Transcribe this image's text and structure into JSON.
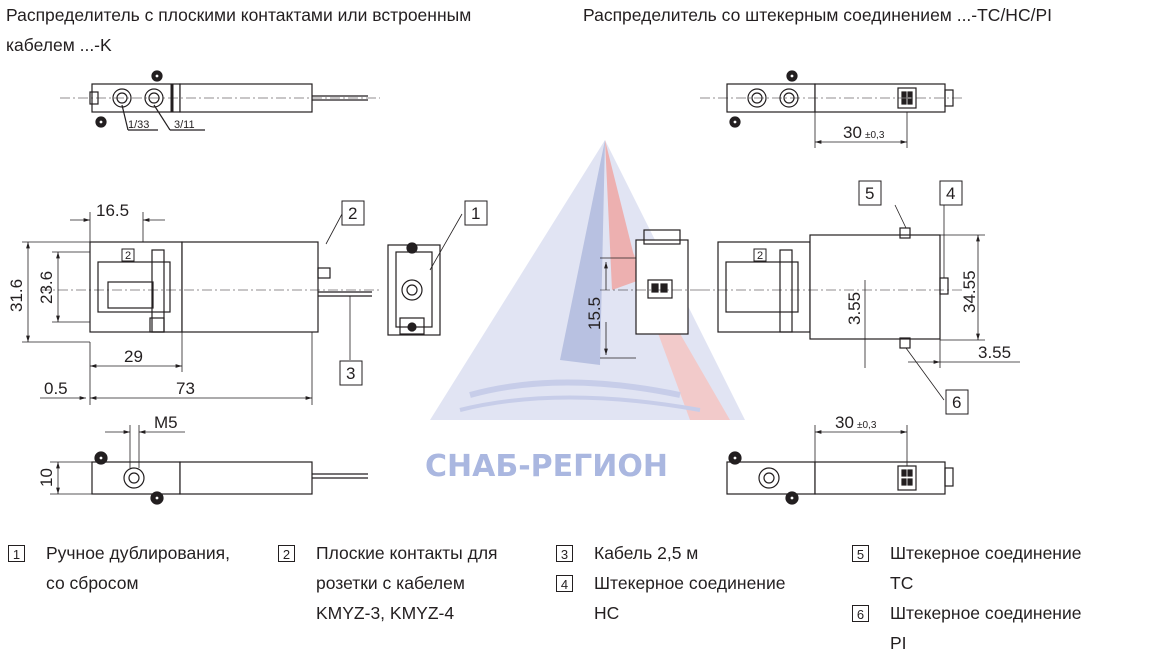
{
  "headings": {
    "left_line1": "Распределитель с плоскими контактами или встроенным",
    "left_line2": "кабелем ...-K",
    "right": "Распределитель со штекерным соединением ...-TC/HC/PI"
  },
  "port_labels": {
    "port_a": "1/33",
    "port_b": "3/11"
  },
  "dimensions": {
    "d16_5": "16.5",
    "d31_6": "31.6",
    "d23_6": "23.6",
    "d29": "29",
    "d0_5": "0.5",
    "d73": "73",
    "dM5": "M5",
    "d10": "10",
    "d15_5": "15.5",
    "d3_55_a": "3.55",
    "d34_55": "34.55",
    "d3_55_b": "3.55",
    "d30": "30",
    "tol": "±0,3"
  },
  "callouts": {
    "c1": "1",
    "c2": "2",
    "c3": "3",
    "c4": "4",
    "c5": "5",
    "c6": "6"
  },
  "watermark": {
    "text": "СНАБ-РЕГИОН"
  },
  "legend": {
    "i1": {
      "num": "1",
      "l1": "Ручное дублирования,",
      "l2": "со сбросом"
    },
    "i2": {
      "num": "2",
      "l1": "Плоские контакты для",
      "l2": "розетки с кабелем",
      "l3": "KMYZ-3, KMYZ-4"
    },
    "i3": {
      "num": "3",
      "l1": "Кабель 2,5 м"
    },
    "i4": {
      "num": "4",
      "l1": "Штекерное соединение",
      "l2": "HC"
    },
    "i5": {
      "num": "5",
      "l1": "Штекерное соединение",
      "l2": "TC"
    },
    "i6": {
      "num": "6",
      "l1": "Штекерное соединение",
      "l2": "PI"
    }
  }
}
